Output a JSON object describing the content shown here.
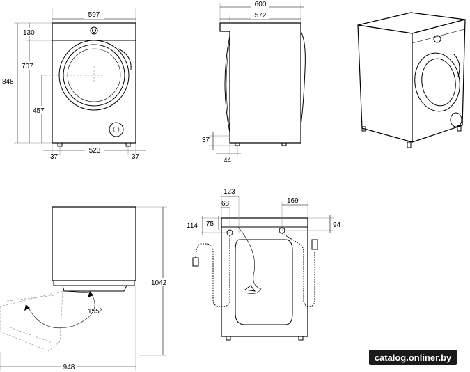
{
  "front_view": {
    "width": "597",
    "top_panel": "130",
    "door_top": "707",
    "height": "848",
    "door_center": "457",
    "foot_left": "37",
    "foot_span": "523",
    "foot_right": "37"
  },
  "side_view": {
    "depth_total": "600",
    "depth_body": "572",
    "foot_height": "37",
    "foot_offset": "44"
  },
  "top_view": {
    "depth_door_open": "948",
    "door_angle": "155°",
    "door_radius": "1042"
  },
  "rear_view": {
    "inlet_offset": "123",
    "drain_offset": "68",
    "inlet_height": "114",
    "drain_height": "75",
    "right_offset": "169",
    "right_height": "94"
  },
  "watermark": {
    "text": "catalog.onliner.by"
  }
}
